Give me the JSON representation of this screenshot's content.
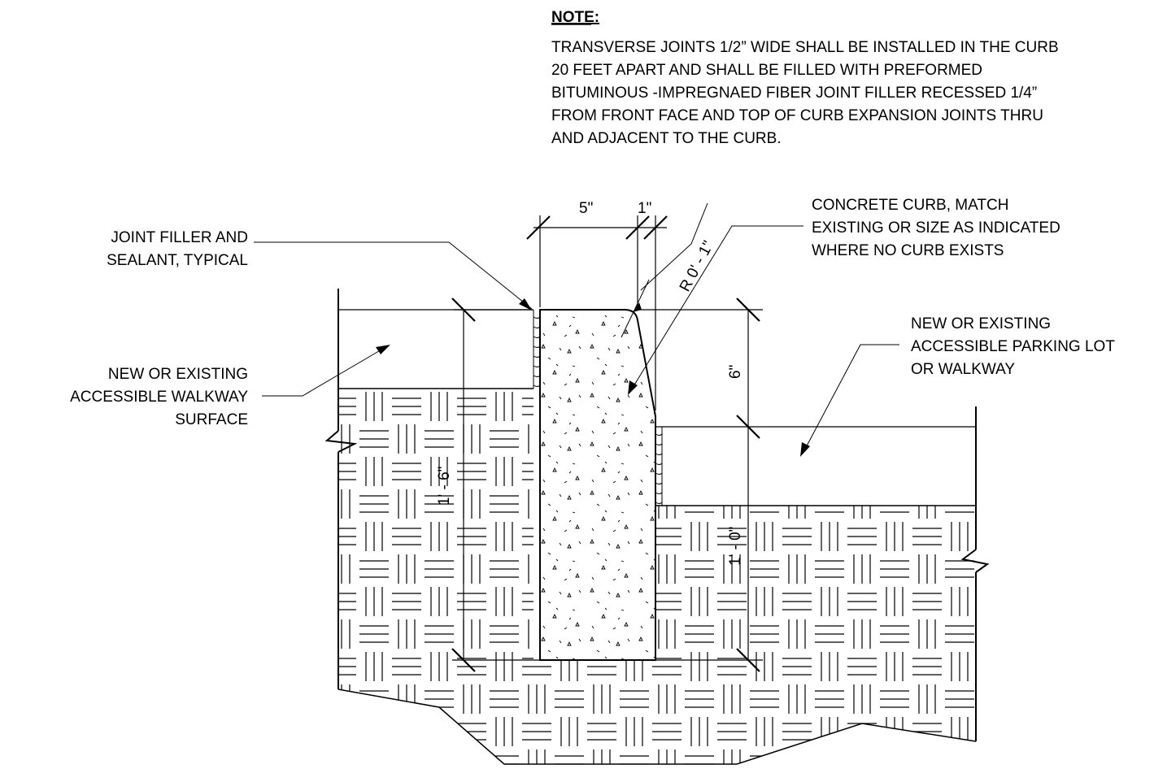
{
  "note": {
    "heading": "NOTE:",
    "lines": [
      "TRANSVERSE JOINTS 1/2” WIDE SHALL BE INSTALLED IN THE CURB",
      "20 FEET APART AND SHALL BE FILLED WITH PREFORMED",
      "BITUMINOUS -IMPREGNAED FIBER JOINT FILLER RECESSED 1/4”",
      "FROM FRONT FACE AND TOP OF CURB EXPANSION JOINTS THRU",
      "AND ADJACENT TO THE CURB."
    ]
  },
  "labels": {
    "joint_filler": [
      "JOINT FILLER AND",
      "SEALANT, TYPICAL"
    ],
    "walkway": [
      "NEW OR EXISTING",
      "ACCESSIBLE WALKWAY",
      "SURFACE"
    ],
    "curb": [
      "CONCRETE CURB, MATCH",
      "EXISTING OR SIZE AS INDICATED",
      "WHERE NO CURB EXISTS"
    ],
    "parking": [
      "NEW OR EXISTING",
      "ACCESSIBLE PARKING LOT",
      "OR WALKWAY"
    ]
  },
  "dimensions": {
    "top_width": "5\"",
    "top_offset": "1\"",
    "radius": "R 0' - 1\"",
    "height_reveal": "6\"",
    "height_left": "1' - 6\"",
    "height_right": "1' - 0\""
  }
}
